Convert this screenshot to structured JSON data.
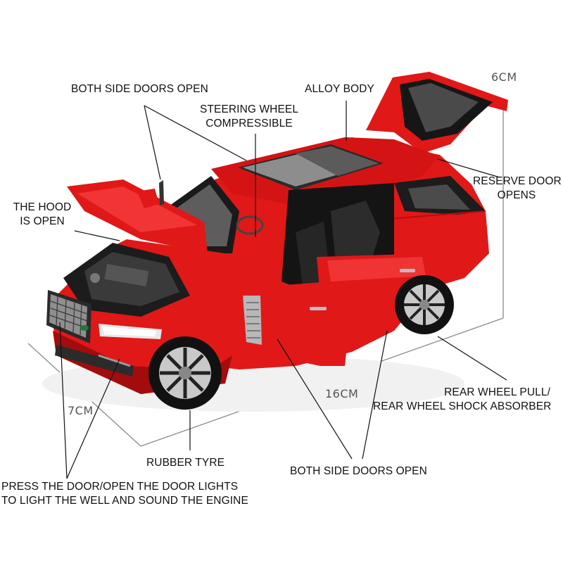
{
  "callouts": {
    "side_doors_top": "BOTH SIDE DOORS OPEN",
    "alloy_body": "ALLOY BODY",
    "steering_wheel_1": "STEERING WHEEL",
    "steering_wheel_2": "COMPRESSIBLE",
    "hood_1": "THE HOOD",
    "hood_2": "IS OPEN",
    "reserve_door_1": "RESERVE DOOR",
    "reserve_door_2": "OPENS",
    "rear_wheel_1": "REAR WHEEL PULL/",
    "rear_wheel_2": "REAR WHEEL SHOCK ABSORBER",
    "rubber_tyre": "RUBBER TYRE",
    "side_doors_bottom": "BOTH SIDE DOORS OPEN",
    "door_lights_1": "PRESS THE DOOR/OPEN THE DOOR LIGHTS",
    "door_lights_2": "TO LIGHT THE WELL AND SOUND THE ENGINE"
  },
  "dimensions": {
    "height": "6CM",
    "length": "16CM",
    "width": "7CM"
  },
  "colors": {
    "car_body": "#e01818",
    "car_dark": "#a30c0c",
    "line": "#111111",
    "dimension_line": "#888888"
  }
}
